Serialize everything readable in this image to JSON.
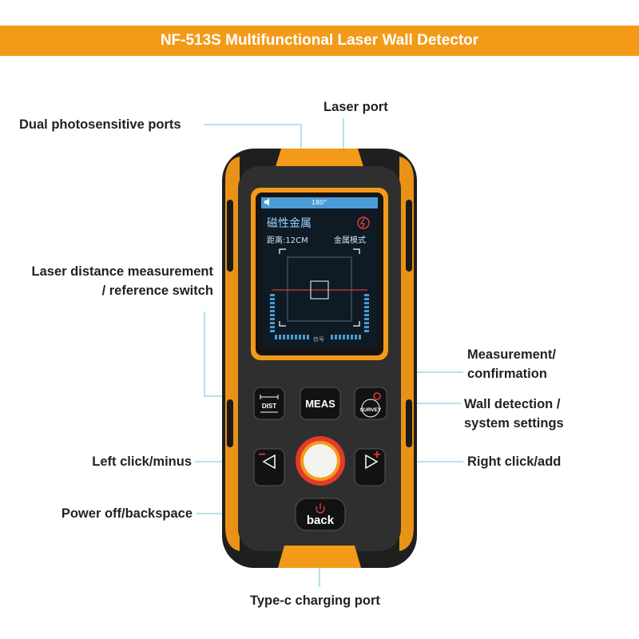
{
  "title": "NF-513S Multifunctional Laser Wall Detector",
  "callouts": {
    "laser_port": "Laser port",
    "dual_ports": "Dual photosensitive ports",
    "laser_switch_line1": "Laser distance measurement",
    "laser_switch_line2": "/ reference switch",
    "measurement_line1": "Measurement/",
    "measurement_line2": "confirmation",
    "wall_line1": "Wall detection /",
    "wall_line2": "system settings",
    "left_click": "Left click/minus",
    "right_click": "Right click/add",
    "power_off": "Power off/backspace",
    "typec": "Type-c charging port"
  },
  "device": {
    "buttons": {
      "dist": "DIST",
      "meas": "MEAS",
      "survey": "SURVEY",
      "back": "back",
      "left_sign": "−",
      "right_sign": "+"
    },
    "screen": {
      "angle": "180°",
      "mode_title": "磁性金属",
      "distance": "距离:12CM",
      "mode": "金属模式",
      "signal": "信号"
    }
  },
  "colors": {
    "orange": "#f39a18",
    "body": "#2b2b2b",
    "callout_line": "#8fcfe0",
    "screen_blue": "#4a9bd6"
  }
}
